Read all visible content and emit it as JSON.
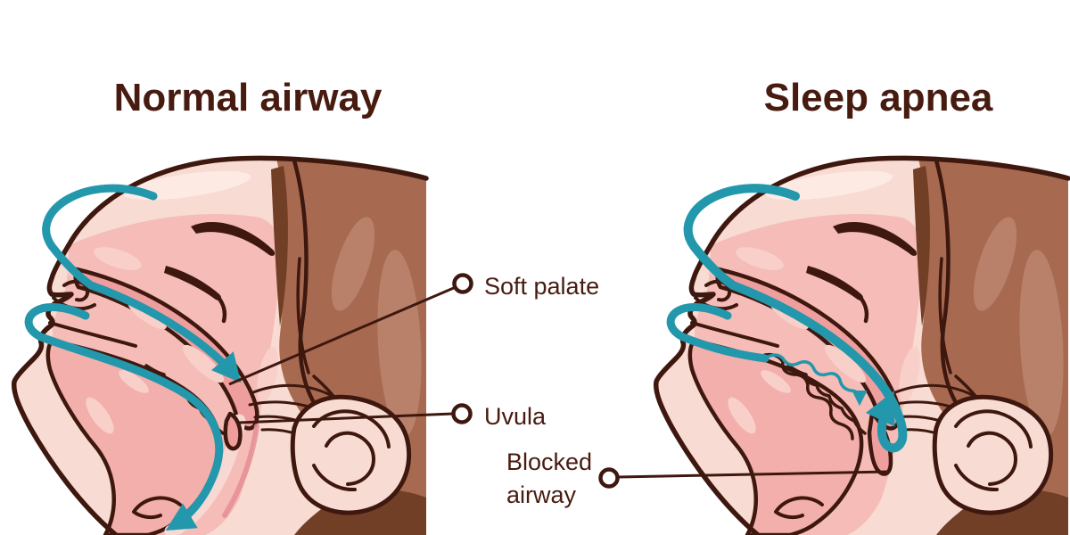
{
  "diagram": {
    "type": "medical-illustration",
    "subject": "Comparison of a normal airway and sleep apnea in a sleeping head profile",
    "background": "#FFFFFF"
  },
  "panels": [
    {
      "id": "normal-airway",
      "title": "Normal airway",
      "airflow": "open"
    },
    {
      "id": "sleep-apnea",
      "title": "Sleep apnea",
      "airflow": "blocked"
    }
  ],
  "annotations": [
    {
      "id": "soft-palate",
      "label": "Soft palate",
      "panel": "normal-airway"
    },
    {
      "id": "uvula",
      "label": "Uvula",
      "panel": "normal-airway"
    },
    {
      "id": "blocked-airway",
      "label": "Blocked airway",
      "panel": "sleep-apnea"
    }
  ],
  "colors": {
    "ink": "#3E180F",
    "skin": "#F8DBD2",
    "skinHi": "#FCEAE3",
    "pinkWedge": "#F5BCB8",
    "pinkBand": "#EF9E9E",
    "pinkHi": "#F8D0C9",
    "tongue": "#F3AFAB",
    "channel": "#F8D8D2",
    "backWall": "#E58E93",
    "hair": "#A76A50",
    "hairLight": "#B9816A",
    "hairDark": "#713E26",
    "teal": "#2397AB",
    "text": "#471B10",
    "leader": "#3E180F"
  }
}
